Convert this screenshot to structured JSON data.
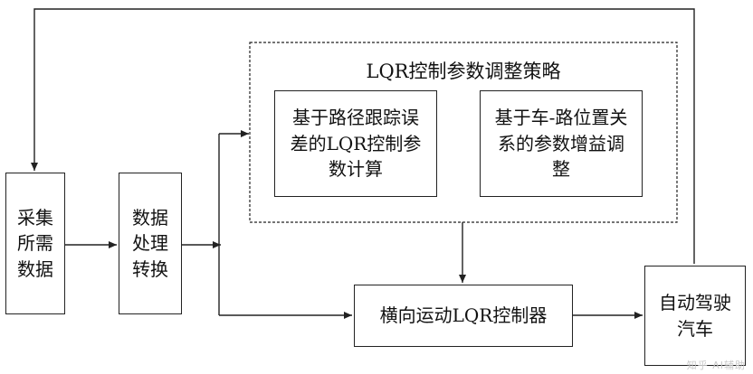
{
  "diagram": {
    "strategy_group": {
      "title": "LQR控制参数调整策略",
      "left_box": "基于路径跟踪误\n差的LQR控制参\n数计算",
      "right_box": "基于车-路位置关\n系的参数增益调\n整"
    },
    "nodes": {
      "collect": "采集\n所需\n数据",
      "process": "数据\n处理\n转换",
      "controller": "横向运动LQR控制器",
      "vehicle": "自动驾驶\n汽车"
    },
    "watermark": "知乎 AI辅助"
  },
  "colors": {
    "line": "#222222",
    "text": "#111111",
    "background": "#ffffff"
  }
}
